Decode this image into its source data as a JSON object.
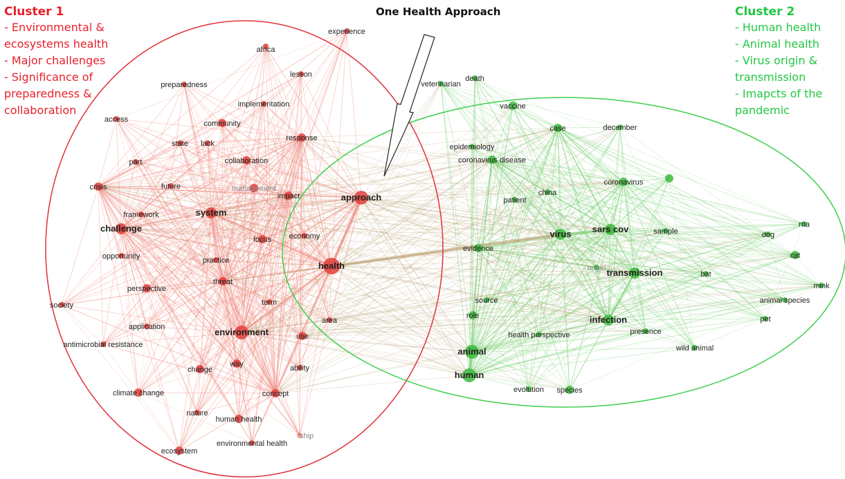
{
  "main_title": "One Health Approach",
  "cluster1": {
    "title": "Cluster 1",
    "lines": [
      "- Environmental &",
      "ecosystems health",
      "- Major challenges",
      "- Significance of",
      "preparedness &",
      "collaboration"
    ],
    "color": "#e8202a"
  },
  "cluster2": {
    "title": "Cluster 2",
    "lines": [
      "- Human health",
      "- Animal health",
      "- Virus origin &",
      "transmission",
      "- Imapcts of the",
      "pandemic"
    ],
    "color": "#22c744"
  },
  "colors": {
    "red_node": "#e0403c",
    "green_node": "#3cb83c",
    "red_edge": "#f08a7e",
    "green_edge": "#7fd47a",
    "mixed_edge": "#b59a6a"
  },
  "nodes": [
    {
      "id": "experience",
      "label": "experience",
      "cluster": 1,
      "weight": 1
    },
    {
      "id": "africa",
      "label": "africa",
      "cluster": 1,
      "weight": 1
    },
    {
      "id": "lesson",
      "label": "lesson",
      "cluster": 1,
      "weight": 1
    },
    {
      "id": "preparedness",
      "label": "preparedness",
      "cluster": 1,
      "weight": 1
    },
    {
      "id": "implementation",
      "label": "implementation",
      "cluster": 1,
      "weight": 1
    },
    {
      "id": "access",
      "label": "access",
      "cluster": 1,
      "weight": 1
    },
    {
      "id": "community",
      "label": "community",
      "cluster": 1,
      "weight": 2
    },
    {
      "id": "state",
      "label": "state",
      "cluster": 1,
      "weight": 1
    },
    {
      "id": "lack",
      "label": "lack",
      "cluster": 1,
      "weight": 1
    },
    {
      "id": "response",
      "label": "response",
      "cluster": 1,
      "weight": 2
    },
    {
      "id": "part",
      "label": "part",
      "cluster": 1,
      "weight": 1
    },
    {
      "id": "collaboration",
      "label": "collaboration",
      "cluster": 1,
      "weight": 2
    },
    {
      "id": "crisis",
      "label": "crisis",
      "cluster": 1,
      "weight": 2
    },
    {
      "id": "future",
      "label": "future",
      "cluster": 1,
      "weight": 1
    },
    {
      "id": "management",
      "label": "management",
      "cluster": 1,
      "weight": 2
    },
    {
      "id": "impact",
      "label": "impact",
      "cluster": 1,
      "weight": 2
    },
    {
      "id": "approach",
      "label": "approach",
      "cluster": 1,
      "weight": 4
    },
    {
      "id": "framework",
      "label": "framework",
      "cluster": 1,
      "weight": 1
    },
    {
      "id": "system",
      "label": "system",
      "cluster": 1,
      "weight": 3
    },
    {
      "id": "challenge",
      "label": "challenge",
      "cluster": 1,
      "weight": 3
    },
    {
      "id": "economy",
      "label": "economy",
      "cluster": 1,
      "weight": 1
    },
    {
      "id": "focus",
      "label": "focus",
      "cluster": 1,
      "weight": 2
    },
    {
      "id": "opportunity",
      "label": "opportunity",
      "cluster": 1,
      "weight": 1
    },
    {
      "id": "practice",
      "label": "practice",
      "cluster": 1,
      "weight": 1
    },
    {
      "id": "health",
      "label": "health",
      "cluster": 1,
      "weight": 5
    },
    {
      "id": "perspective",
      "label": "perspective",
      "cluster": 1,
      "weight": 2
    },
    {
      "id": "threat",
      "label": "threat",
      "cluster": 1,
      "weight": 2
    },
    {
      "id": "term",
      "label": "term",
      "cluster": 1,
      "weight": 1
    },
    {
      "id": "society",
      "label": "society",
      "cluster": 1,
      "weight": 1
    },
    {
      "id": "application",
      "label": "application",
      "cluster": 1,
      "weight": 1
    },
    {
      "id": "area",
      "label": "area",
      "cluster": 1,
      "weight": 1
    },
    {
      "id": "environment",
      "label": "environment",
      "cluster": 1,
      "weight": 4
    },
    {
      "id": "use",
      "label": "use",
      "cluster": 1,
      "weight": 2
    },
    {
      "id": "antimicrobial_resistance",
      "label": "antimicrobial resistance",
      "cluster": 1,
      "weight": 1
    },
    {
      "id": "way",
      "label": "way",
      "cluster": 1,
      "weight": 2
    },
    {
      "id": "ability",
      "label": "ability",
      "cluster": 1,
      "weight": 1
    },
    {
      "id": "change",
      "label": "change",
      "cluster": 1,
      "weight": 2
    },
    {
      "id": "climate_change",
      "label": "climate change",
      "cluster": 1,
      "weight": 2
    },
    {
      "id": "concept",
      "label": "concept",
      "cluster": 1,
      "weight": 2
    },
    {
      "id": "nature",
      "label": "nature",
      "cluster": 1,
      "weight": 1
    },
    {
      "id": "human_health",
      "label": "human health",
      "cluster": 1,
      "weight": 2
    },
    {
      "id": "ship",
      "label": "ship",
      "cluster": 1,
      "weight": 1
    },
    {
      "id": "environmental_health",
      "label": "environmental health",
      "cluster": 1,
      "weight": 1
    },
    {
      "id": "ecosystem",
      "label": "ecosystem",
      "cluster": 1,
      "weight": 2
    },
    {
      "id": "veterinarian",
      "label": "veterinarian",
      "cluster": 2,
      "weight": 1
    },
    {
      "id": "death",
      "label": "death",
      "cluster": 2,
      "weight": 1
    },
    {
      "id": "vaccine",
      "label": "vaccine",
      "cluster": 2,
      "weight": 2
    },
    {
      "id": "case",
      "label": "case",
      "cluster": 2,
      "weight": 2
    },
    {
      "id": "december",
      "label": "december",
      "cluster": 2,
      "weight": 1
    },
    {
      "id": "epidemiology",
      "label": "epidemiology",
      "cluster": 2,
      "weight": 1
    },
    {
      "id": "coronavirus_disease",
      "label": "coronavirus disease",
      "cluster": 2,
      "weight": 2
    },
    {
      "id": "coronavirus",
      "label": "coronavirus",
      "cluster": 2,
      "weight": 2
    },
    {
      "id": "china",
      "label": "china",
      "cluster": 2,
      "weight": 1
    },
    {
      "id": "patient",
      "label": "patient",
      "cluster": 2,
      "weight": 1
    },
    {
      "id": "virus",
      "label": "virus",
      "cluster": 2,
      "weight": 3
    },
    {
      "id": "sars_cov",
      "label": "sars cov",
      "cluster": 2,
      "weight": 3
    },
    {
      "id": "sample",
      "label": "sample",
      "cluster": 2,
      "weight": 1
    },
    {
      "id": "rna",
      "label": "rna",
      "cluster": 2,
      "weight": 1
    },
    {
      "id": "dog",
      "label": "dog",
      "cluster": 2,
      "weight": 1
    },
    {
      "id": "evidence",
      "label": "evidence",
      "cluster": 2,
      "weight": 2
    },
    {
      "id": "cat",
      "label": "cat",
      "cluster": 2,
      "weight": 2
    },
    {
      "id": "origin",
      "label": "origin",
      "cluster": 2,
      "weight": 1
    },
    {
      "id": "transmission",
      "label": "transmission",
      "cluster": 2,
      "weight": 3
    },
    {
      "id": "bat",
      "label": "bat",
      "cluster": 2,
      "weight": 1
    },
    {
      "id": "mink",
      "label": "mink",
      "cluster": 2,
      "weight": 1
    },
    {
      "id": "source",
      "label": "source",
      "cluster": 2,
      "weight": 1
    },
    {
      "id": "animal_species",
      "label": "animal species",
      "cluster": 2,
      "weight": 1
    },
    {
      "id": "role",
      "label": "role",
      "cluster": 2,
      "weight": 2
    },
    {
      "id": "infection",
      "label": "infection",
      "cluster": 2,
      "weight": 3
    },
    {
      "id": "pet",
      "label": "pet",
      "cluster": 2,
      "weight": 1
    },
    {
      "id": "presence",
      "label": "presence",
      "cluster": 2,
      "weight": 1
    },
    {
      "id": "health_perspective",
      "label": "health perspective",
      "cluster": 2,
      "weight": 1
    },
    {
      "id": "animal",
      "label": "animal",
      "cluster": 2,
      "weight": 4
    },
    {
      "id": "wild_animal",
      "label": "wild animal",
      "cluster": 2,
      "weight": 1
    },
    {
      "id": "human",
      "label": "human",
      "cluster": 2,
      "weight": 4
    },
    {
      "id": "evolution",
      "label": "evolution",
      "cluster": 2,
      "weight": 1
    },
    {
      "id": "species",
      "label": "species",
      "cluster": 2,
      "weight": 2
    },
    {
      "id": "extra_green",
      "label": "",
      "cluster": 2,
      "weight": 2
    }
  ]
}
